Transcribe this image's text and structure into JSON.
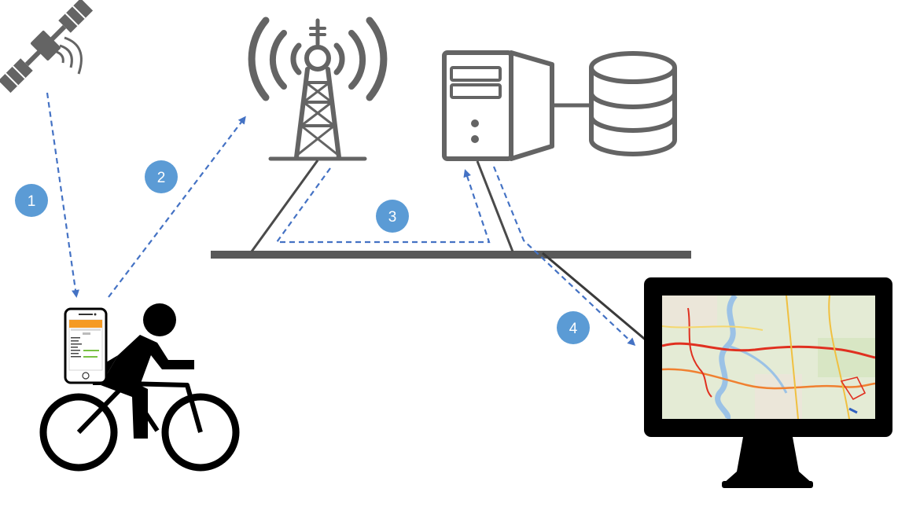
{
  "colors": {
    "icon_gray": "#646464",
    "rider_black": "#000000",
    "arrow_blue": "#4472C4",
    "step_badge": "#5B9BD5",
    "network_line": "#595959",
    "phone_orange": "#F59A23",
    "map_land": "#E4EBD5",
    "map_river": "#9BC2E6",
    "map_route": "#E03020"
  },
  "icons": {
    "satellite": "satellite-icon",
    "tower": "cell-tower-icon",
    "server": "server-icon",
    "database": "database-icon",
    "cyclist": "cyclist-icon",
    "phone": "smartphone-icon",
    "monitor": "monitor-icon",
    "map": "map-icon"
  },
  "steps": [
    {
      "label": "1"
    },
    {
      "label": "2"
    },
    {
      "label": "3"
    },
    {
      "label": "4"
    }
  ]
}
